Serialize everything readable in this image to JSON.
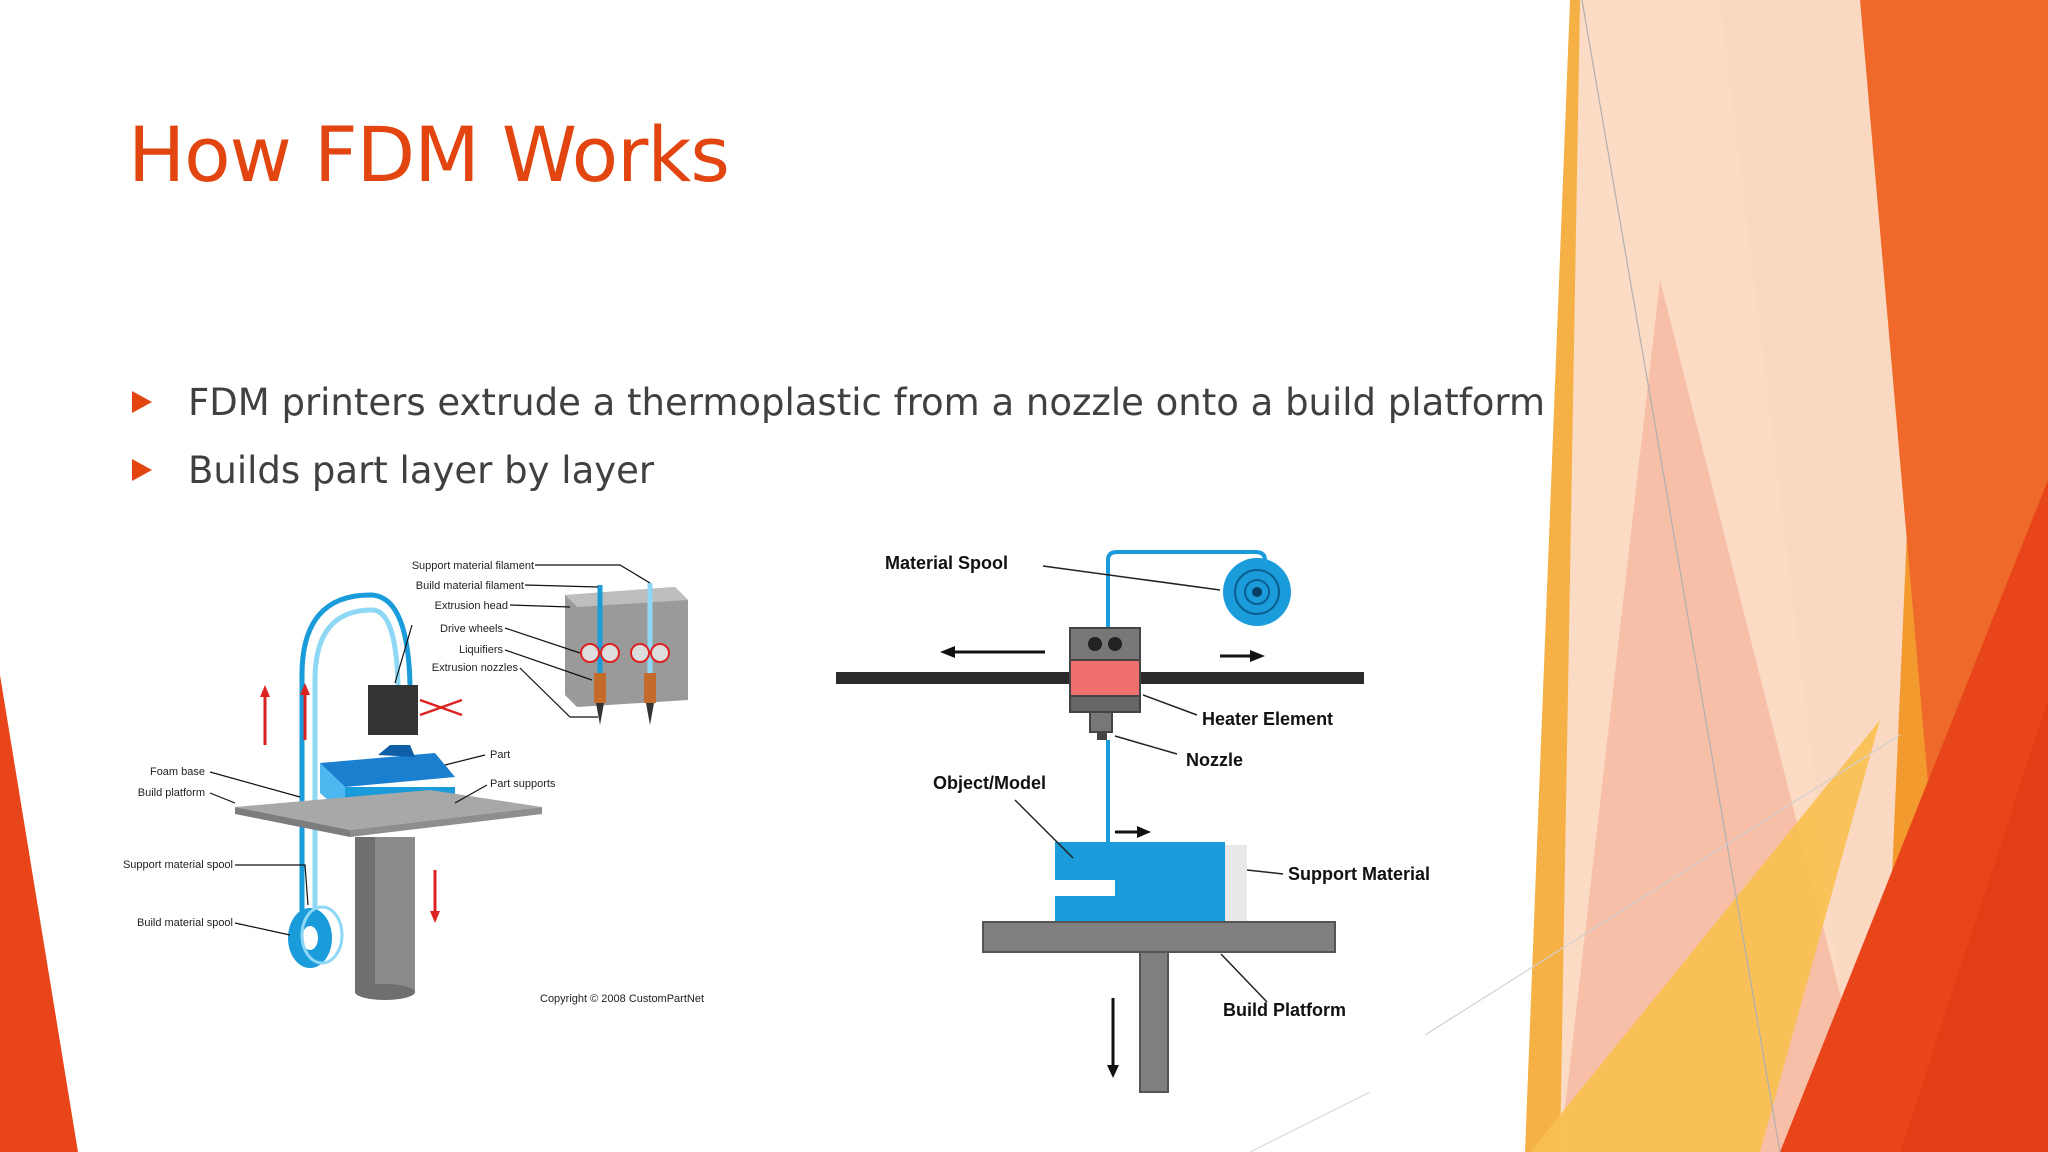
{
  "slide": {
    "title": "How FDM Works",
    "bullets": [
      "FDM printers extrude a thermoplastic from a nozzle onto a build platform",
      "Builds part layer by layer"
    ]
  },
  "diagram_left": {
    "labels": {
      "support_filament": "Support material filament",
      "build_filament": "Build material filament",
      "extrusion_head": "Extrusion head",
      "drive_wheels": "Drive wheels",
      "liquifiers": "Liquifiers",
      "extrusion_nozzles": "Extrusion nozzles",
      "part": "Part",
      "part_supports": "Part supports",
      "foam_base": "Foam base",
      "build_platform": "Build platform",
      "support_spool": "Support material spool",
      "build_spool": "Build material spool",
      "copyright": "Copyright © 2008 CustomPartNet"
    }
  },
  "diagram_right": {
    "labels": {
      "material_spool": "Material Spool",
      "heater_element": "Heater Element",
      "nozzle": "Nozzle",
      "object_model": "Object/Model",
      "support_material": "Support Material",
      "build_platform": "Build Platform"
    }
  },
  "colors": {
    "title": "#E2450F",
    "accent_orange": "#F5A430",
    "accent_red": "#E8461A",
    "filament_blue": "#1A9BDA",
    "heater_red": "#F07070"
  }
}
